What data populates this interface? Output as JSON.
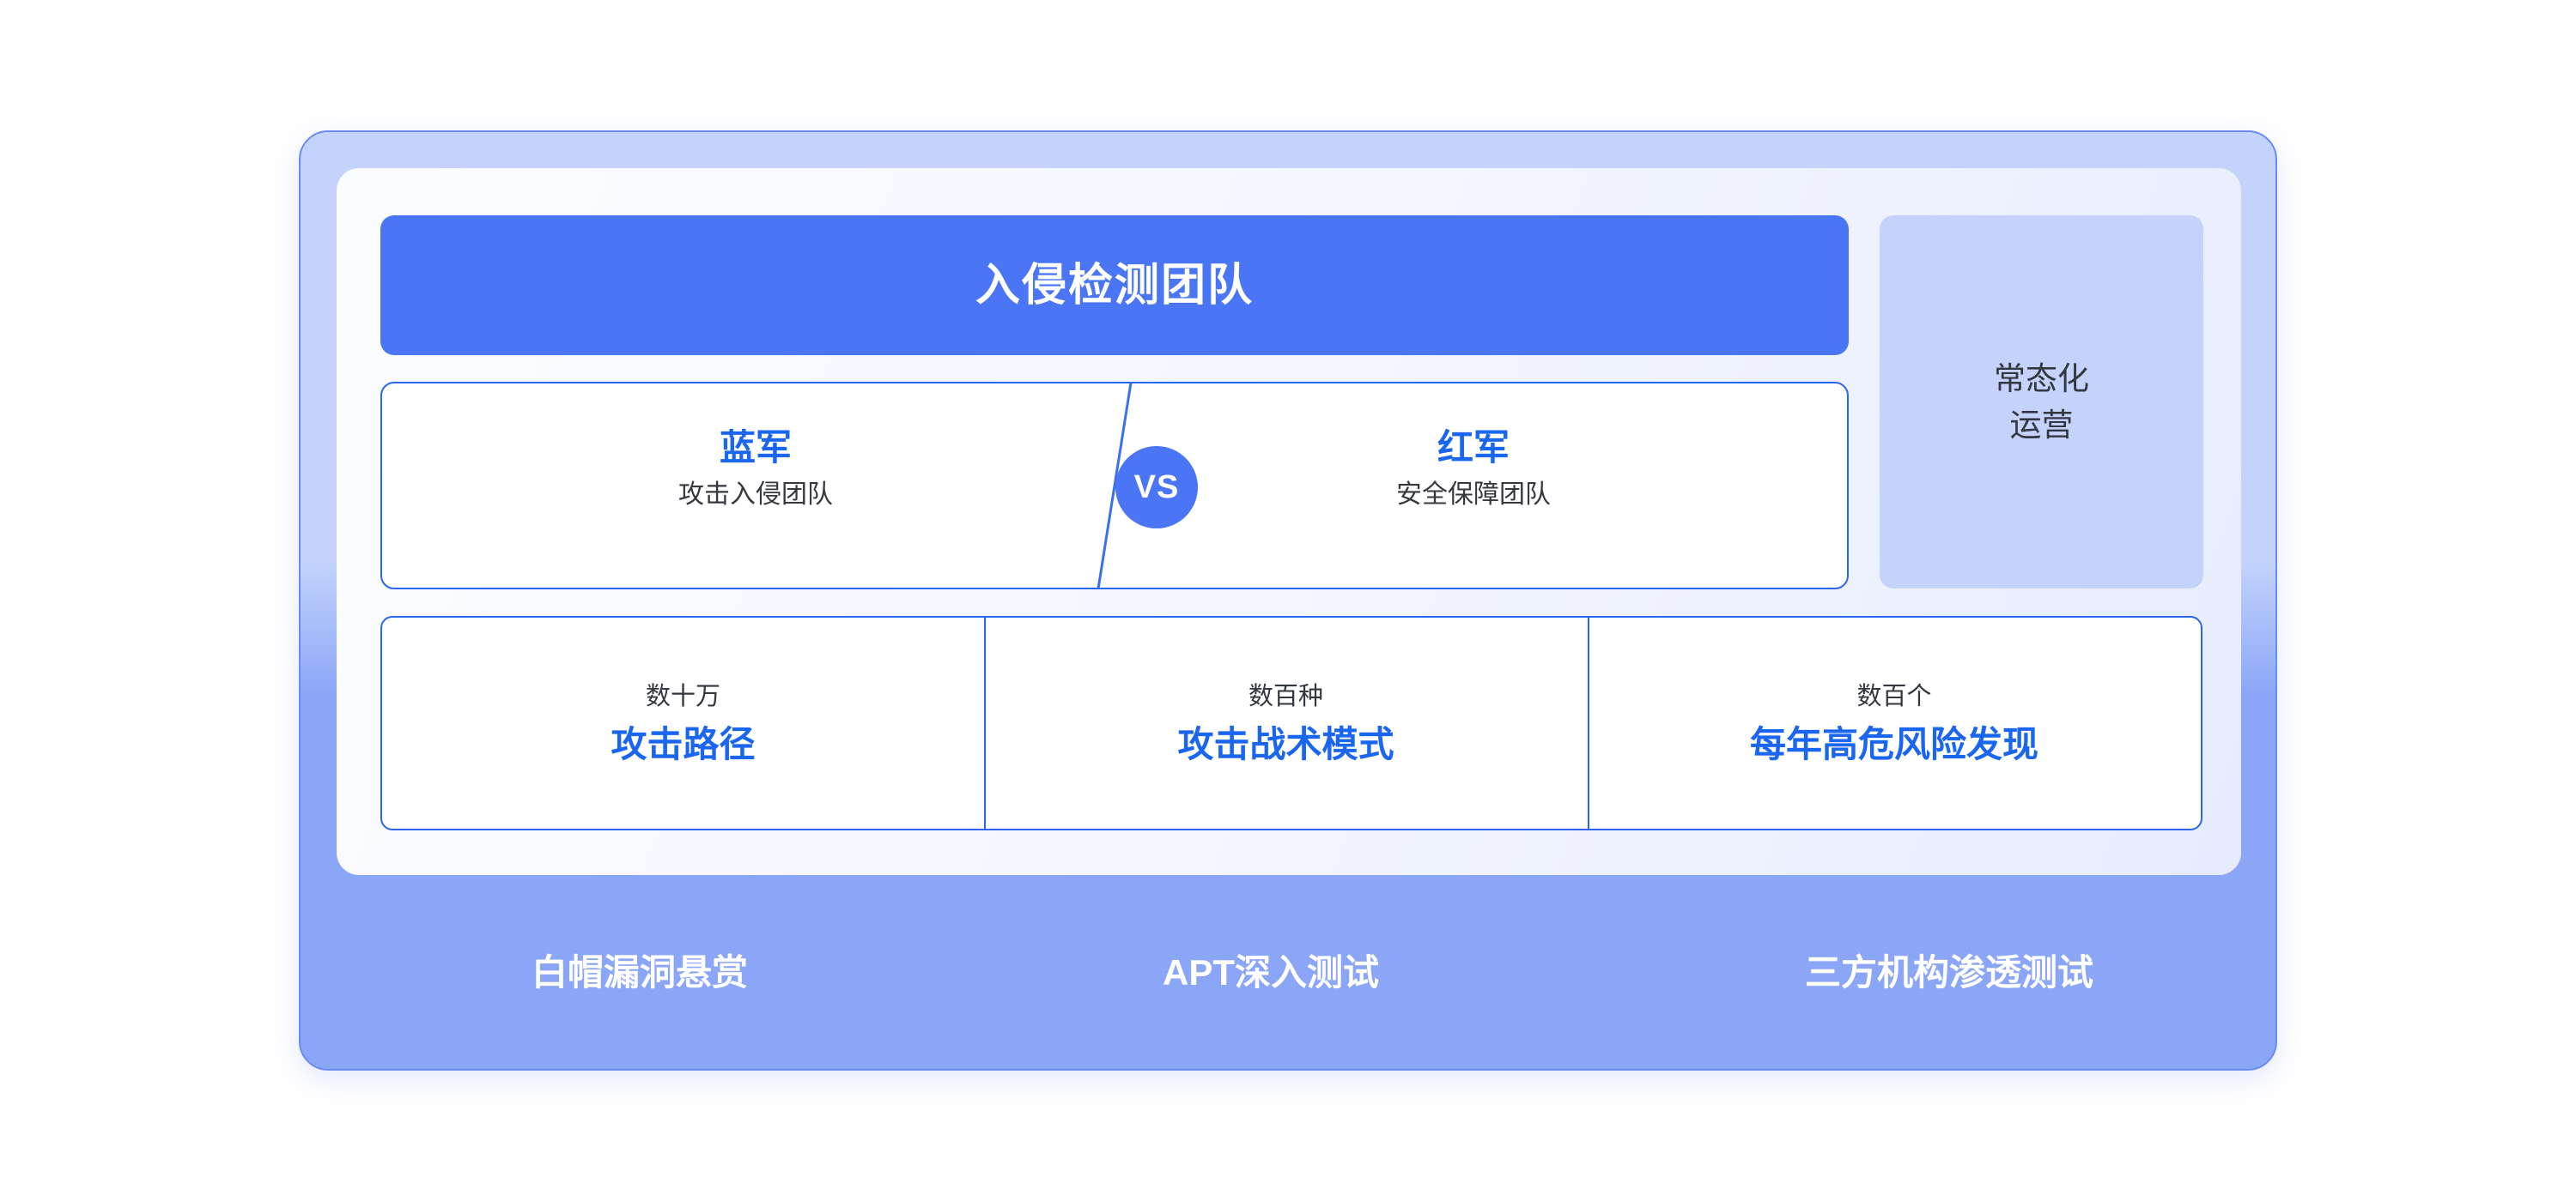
{
  "header": {
    "title": "入侵检测团队"
  },
  "side_panel": {
    "label": "常态化\n运营"
  },
  "versus": {
    "badge": "VS",
    "blue_team": {
      "name": "蓝军",
      "subtitle": "攻击入侵团队"
    },
    "red_team": {
      "name": "红军",
      "subtitle": "安全保障团队"
    }
  },
  "stats": [
    {
      "quantity": "数十万",
      "label": "攻击路径"
    },
    {
      "quantity": "数百种",
      "label": "攻击战术模式"
    },
    {
      "quantity": "数百个",
      "label": "每年高危风险发现"
    }
  ],
  "footer": {
    "items": [
      {
        "label": "白帽漏洞悬赏"
      },
      {
        "label": "APT深入测试"
      },
      {
        "label": "三方机构渗透测试"
      }
    ]
  },
  "colors": {
    "accent_blue": "#4a76f5",
    "text_blue": "#1a66f0",
    "border_blue": "#2a66ef",
    "frame_light": "#c3d3fc",
    "footer_band": "#8ba6f7",
    "panel_light": "#c5d2fb",
    "text_dark": "#33373f",
    "white": "#ffffff"
  }
}
